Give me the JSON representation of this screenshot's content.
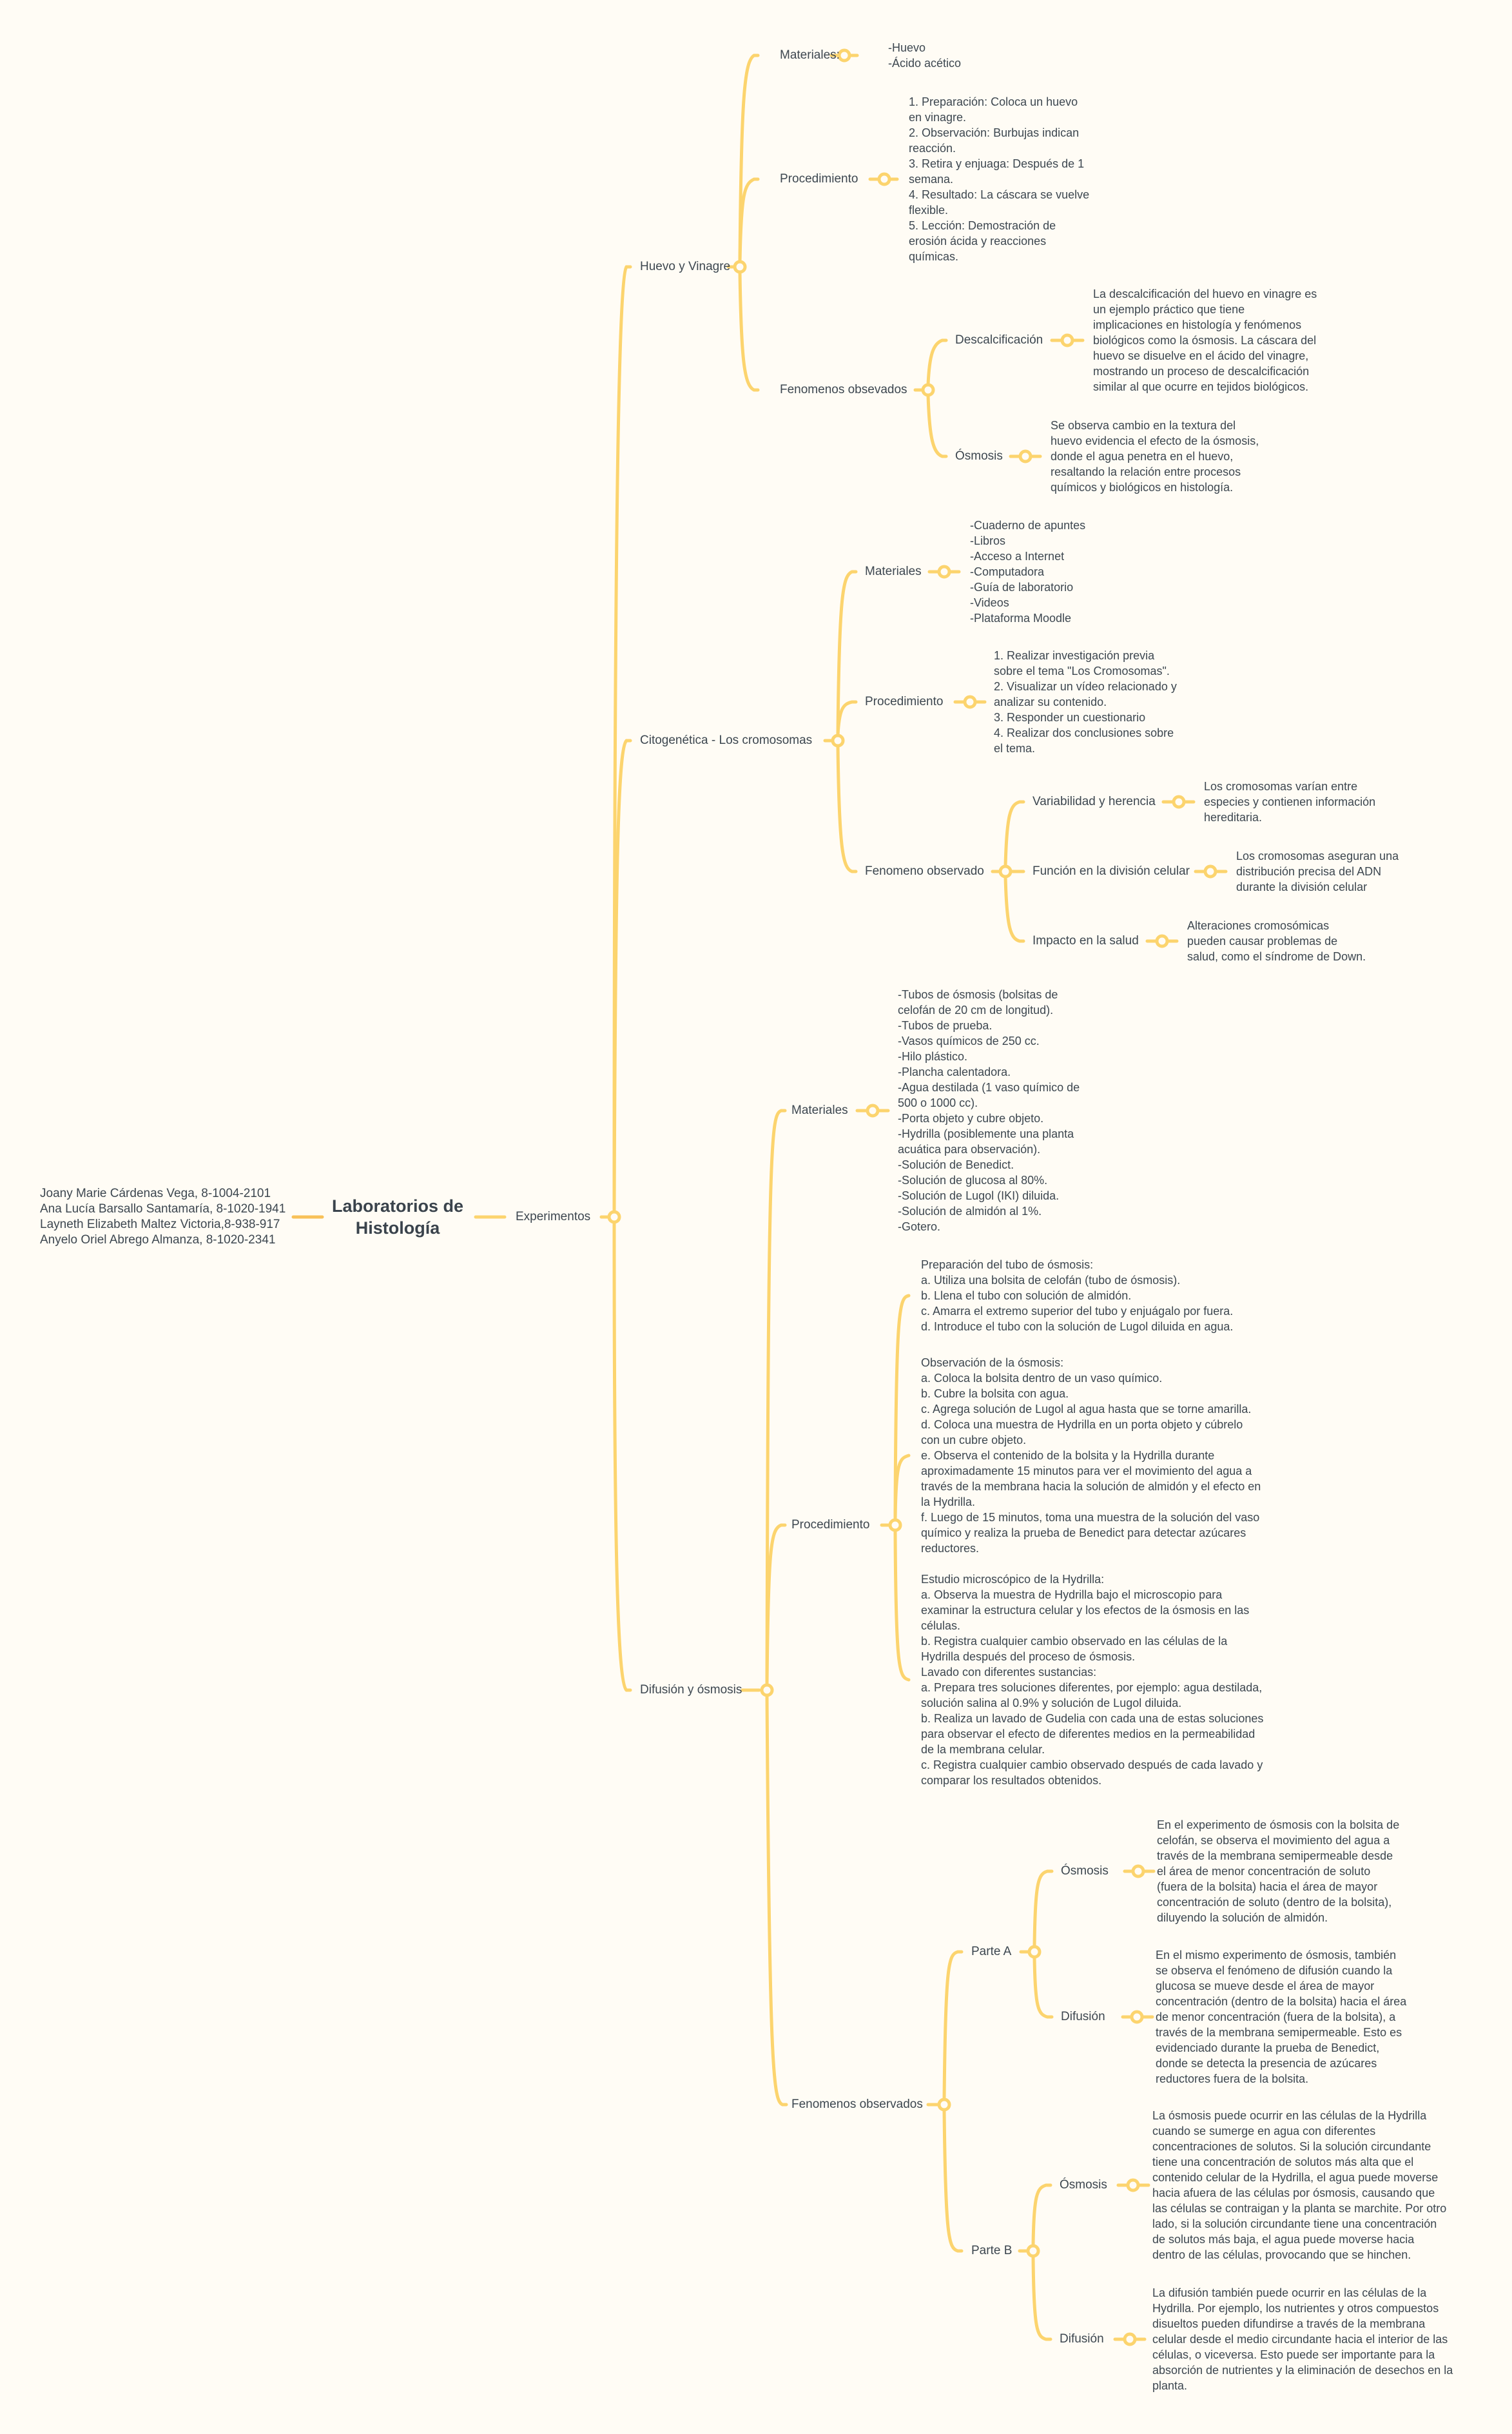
{
  "colors": {
    "background": "#fffcf5",
    "branch": "#fcd46e",
    "root_connector": "#f8c158",
    "text": "#3d4750"
  },
  "root": {
    "title": "Laboratorios de\nHistología"
  },
  "authors": {
    "text": "Joany Marie Cárdenas Vega, 8-1004-2101\nAna Lucía Barsallo Santamaría, 8-1020-1941\nLayneth Elizabeth Maltez Victoria,8-938-917\nAnyelo Oriel Abrego Almanza, 8-1020-2341"
  },
  "experimentos": {
    "label": "Experimentos"
  },
  "huevo": {
    "label": "Huevo y Vinagre",
    "materiales": {
      "label": "Materiales:",
      "text": "-Huevo\n-Ácido acético"
    },
    "procedimiento": {
      "label": "Procedimiento",
      "text": "1. Preparación: Coloca un huevo\nen vinagre.\n2. Observación: Burbujas indican\nreacción.\n3. Retira y enjuaga: Después de 1\nsemana.\n4. Resultado: La cáscara se vuelve\nflexible.\n5. Lección: Demostración de\nerosión ácida y reacciones\nquímicas."
    },
    "fenomenos": {
      "label": "Fenomenos obsevados",
      "descalcificacion": {
        "label": "Descalcificación",
        "text": "La descalcificación del huevo en vinagre es\nun ejemplo práctico que tiene\nimplicaciones en histología y fenómenos\nbiológicos como la ósmosis. La cáscara del\nhuevo se disuelve en el ácido del vinagre,\nmostrando un proceso de descalcificación\nsimilar al que ocurre en tejidos biológicos."
      },
      "osmosis": {
        "label": "Ósmosis",
        "text": "Se observa cambio en la textura del\nhuevo evidencia el efecto de la ósmosis,\ndonde el agua penetra en el huevo,\nresaltando la relación entre procesos\nquímicos y biológicos en histología."
      }
    }
  },
  "cito": {
    "label": "Citogenética - Los cromosomas",
    "materiales": {
      "label": "Materiales",
      "text": "-Cuaderno de apuntes\n-Libros\n-Acceso a Internet\n-Computadora\n-Guía de laboratorio\n-Videos\n-Plataforma Moodle"
    },
    "procedimiento": {
      "label": "Procedimiento",
      "text": "1. Realizar investigación previa\nsobre el tema \"Los Cromosomas\".\n2. Visualizar un vídeo relacionado y\nanalizar su contenido.\n3. Responder un cuestionario\n4. Realizar dos conclusiones sobre\nel tema."
    },
    "fenomeno": {
      "label": "Fenomeno observado",
      "variabilidad": {
        "label": "Variabilidad y herencia",
        "text": "Los cromosomas varían entre\nespecies y contienen información\nhereditaria."
      },
      "funcion": {
        "label": "Función en la división celular",
        "text": "Los cromosomas aseguran una\ndistribución precisa del ADN\ndurante la división celular"
      },
      "impacto": {
        "label": "Impacto en la salud",
        "text": "Alteraciones cromosómicas\npueden causar problemas de\nsalud, como el síndrome de Down."
      }
    }
  },
  "difusion": {
    "label": "Difusión y ósmosis",
    "materiales": {
      "label": "Materiales",
      "text": "-Tubos de ósmosis (bolsitas de\ncelofán de 20 cm de longitud).\n-Tubos de prueba.\n-Vasos químicos de 250 cc.\n-Hilo plástico.\n-Plancha calentadora.\n-Agua destilada (1 vaso químico de\n500 o 1000 cc).\n-Porta objeto y cubre objeto.\n-Hydrilla (posiblemente una planta\nacuática para observación).\n-Solución de Benedict.\n-Solución de glucosa al 80%.\n-Solución de Lugol (IKI) diluida.\n-Solución de almidón al 1%.\n-Gotero."
    },
    "procedimiento": {
      "label": "Procedimiento",
      "block1": "Preparación del tubo de ósmosis:\na. Utiliza una bolsita de celofán (tubo de ósmosis).\nb. Llena el tubo con solución de almidón.\nc. Amarra el extremo superior del tubo y enjuágalo por fuera.\nd. Introduce el tubo con la solución de Lugol diluida en agua.",
      "block2": "Observación de la ósmosis:\na. Coloca la bolsita dentro de un vaso químico.\nb. Cubre la bolsita con agua.\nc. Agrega solución de Lugol al agua hasta que se torne amarilla.\nd. Coloca una muestra de Hydrilla en un porta objeto y cúbrelo\ncon un cubre objeto.\ne. Observa el contenido de la bolsita y la Hydrilla durante\naproximadamente 15 minutos para ver el movimiento del agua a\ntravés de la membrana hacia la solución de almidón y el efecto en\nla Hydrilla.\nf. Luego de 15 minutos, toma una muestra de la solución del vaso\nquímico y realiza la prueba de Benedict para detectar azúcares\nreductores.",
      "block3": "Estudio microscópico de la Hydrilla:\na. Observa la muestra de Hydrilla bajo el microscopio para\nexaminar la estructura celular y los efectos de la ósmosis en las\ncélulas.\nb. Registra cualquier cambio observado en las células de la\nHydrilla después del proceso de ósmosis.\nLavado con diferentes sustancias:\na. Prepara tres soluciones diferentes, por ejemplo: agua destilada,\nsolución salina al 0.9% y solución de Lugol diluida.\nb. Realiza un lavado de Gudelia con cada una de estas soluciones\npara observar el efecto de diferentes medios en la permeabilidad\nde la membrana celular.\nc. Registra cualquier cambio observado después de cada lavado y\ncomparar los resultados obtenidos."
    },
    "fenomenos": {
      "label": "Fenomenos observados",
      "parteA": {
        "label": "Parte A",
        "osmosis": {
          "label": "Ósmosis",
          "text": "En el experimento de ósmosis con la bolsita de\ncelofán, se observa el movimiento del agua a\ntravés de la membrana semipermeable desde\nel área de menor concentración de soluto\n(fuera de la bolsita) hacia el área de mayor\nconcentración de soluto (dentro de la bolsita),\ndiluyendo la solución de almidón."
        },
        "difusion": {
          "label": "Difusión",
          "text": "En el mismo experimento de ósmosis, también\nse observa el fenómeno de difusión cuando la\nglucosa se mueve desde el área de mayor\nconcentración (dentro de la bolsita) hacia el área\nde menor concentración (fuera de la bolsita), a\ntravés de la membrana semipermeable. Esto es\nevidenciado durante la prueba de Benedict,\ndonde se detecta la presencia de azúcares\nreductores fuera de la bolsita."
        }
      },
      "parteB": {
        "label": "Parte B",
        "osmosis": {
          "label": "Ósmosis",
          "text": "La ósmosis puede ocurrir en las células de la Hydrilla\ncuando se sumerge en agua con diferentes\nconcentraciones de solutos. Si la solución circundante\ntiene una concentración de solutos más alta que el\ncontenido celular de la Hydrilla, el agua puede moverse\nhacia afuera de las células por ósmosis, causando que\nlas células se contraigan y la planta se marchite. Por otro\nlado, si la solución circundante tiene una concentración\nde solutos más baja, el agua puede moverse hacia\ndentro de las células, provocando que se hinchen."
        },
        "difusion": {
          "label": "Difusión",
          "text": "La difusión también puede ocurrir en las células de la\nHydrilla. Por ejemplo, los nutrientes y otros compuestos\ndisueltos pueden difundirse a través de la membrana\ncelular desde el medio circundante hacia el interior de las\ncélulas, o viceversa. Esto puede ser importante para la\nabsorción de nutrientes y la eliminación de desechos en la\nplanta."
        }
      }
    }
  }
}
